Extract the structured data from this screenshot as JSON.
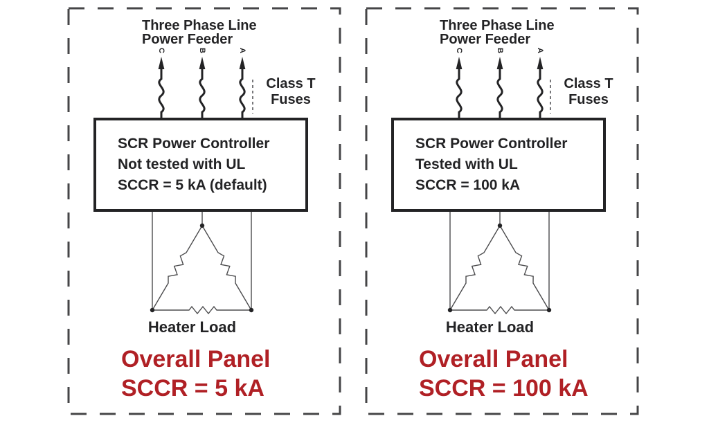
{
  "colors": {
    "ink": "#232325",
    "thin_line": "#4b4b4d",
    "dash_border": "#454547",
    "accent_red": "#b02025"
  },
  "panels": [
    {
      "name": "not-ul-tested",
      "feeder_line1": "Three Phase Line",
      "feeder_line2": "Power Feeder",
      "phases": [
        "C",
        "B",
        "A"
      ],
      "fuse_line1": "Class T",
      "fuse_line2": "Fuses",
      "controller": [
        "SCR Power Controller",
        "Not tested with UL",
        "SCCR = 5 kA (default)"
      ],
      "load": "Heater Load",
      "overall_line1": "Overall Panel",
      "overall_line2": "SCCR = 5 kA"
    },
    {
      "name": "ul-tested",
      "feeder_line1": "Three Phase Line",
      "feeder_line2": "Power Feeder",
      "phases": [
        "C",
        "B",
        "A"
      ],
      "fuse_line1": "Class T",
      "fuse_line2": "Fuses",
      "controller": [
        "SCR Power Controller",
        "Tested with UL",
        "SCCR = 100 kA"
      ],
      "load": "Heater Load",
      "overall_line1": "Overall Panel",
      "overall_line2": "SCCR = 100 kA"
    }
  ]
}
